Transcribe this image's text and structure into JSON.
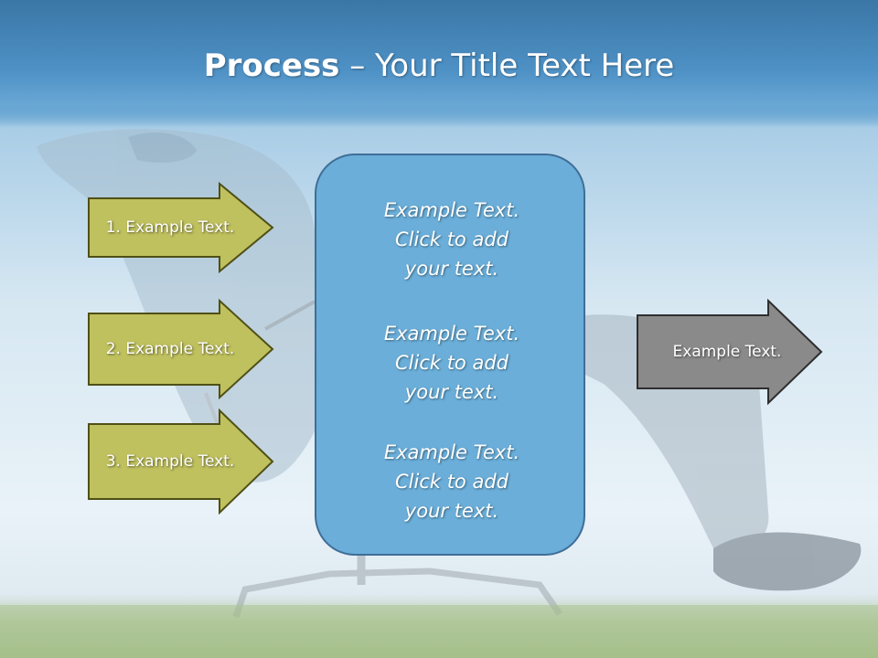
{
  "slide": {
    "title_bold": "Process",
    "title_rest": " – Your Title Text Here"
  },
  "input_arrows": [
    {
      "label": "1. Example Text."
    },
    {
      "label": "2. Example Text."
    },
    {
      "label": "3. Example Text."
    }
  ],
  "center_box": {
    "paragraphs": [
      {
        "line1": "Example Text.",
        "line2": "Click  to add",
        "line3": "your text."
      },
      {
        "line1": "Example Text.",
        "line2": "Click  to add",
        "line3": "your text."
      },
      {
        "line1": "Example Text.",
        "line2": "Click  to add",
        "line3": "your text."
      }
    ]
  },
  "output_arrow": {
    "label": "Example Text."
  },
  "colors": {
    "input_arrow_fill": "#bfc05e",
    "input_arrow_stroke": "#4f5016",
    "center_box_fill": "#6aaed9",
    "output_arrow_fill": "#8a8a8a",
    "title_band": "#4e91c5"
  }
}
